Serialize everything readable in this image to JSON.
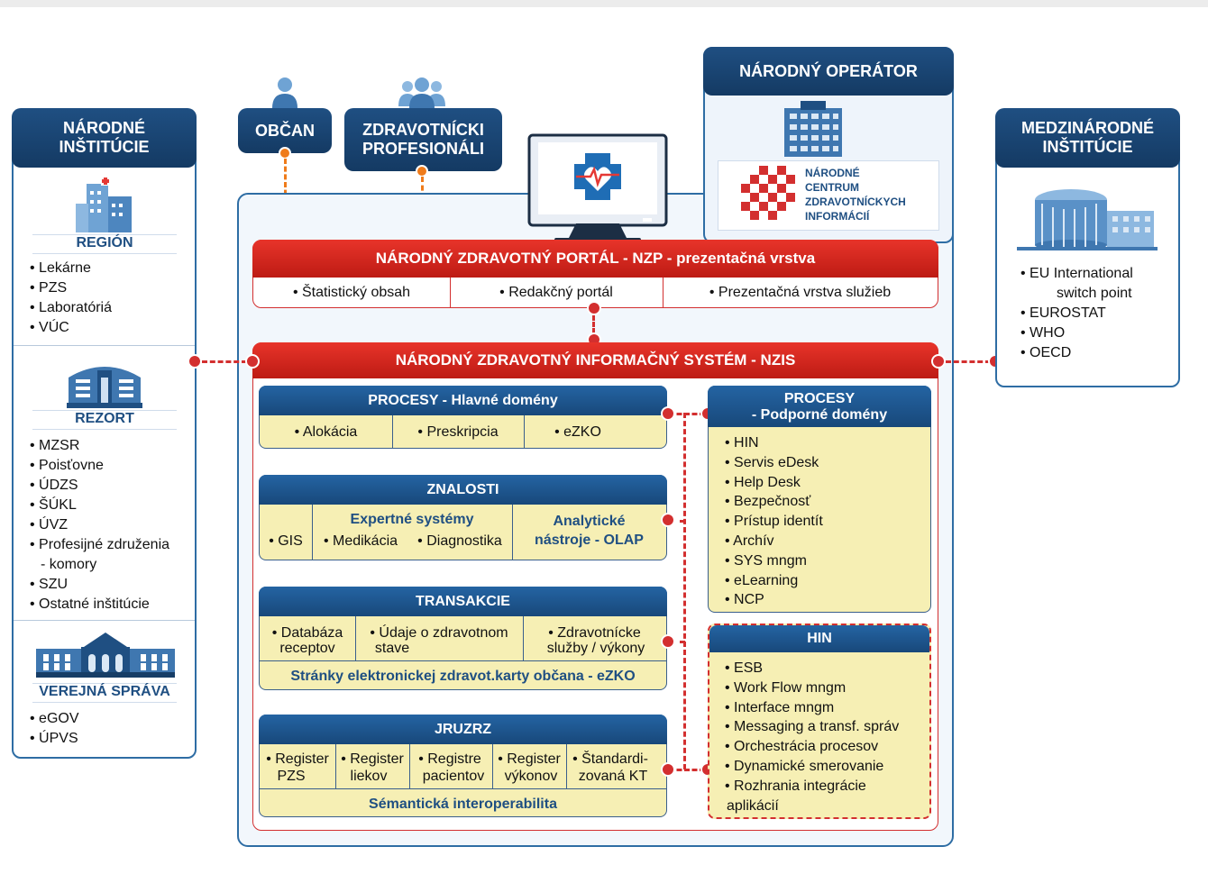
{
  "left_panel": {
    "title_line1": "NÁRODNÉ",
    "title_line2": "INŠTITÚCIE",
    "region": {
      "label": "REGIÓN",
      "items": [
        "• Lekárne",
        "• PZS",
        "• Laboratóriá",
        "• VÚC"
      ]
    },
    "rezort": {
      "label": "REZORT",
      "items": [
        "• MZSR",
        "• Poisťovne",
        "• ÚDZS",
        "• ŠÚKL",
        "• ÚVZ",
        "• Profesijné združenia",
        "  - komory",
        "• SZU",
        "• Ostatné inštitúcie"
      ]
    },
    "verejna": {
      "label": "VEREJNÁ SPRÁVA",
      "items": [
        "• eGOV",
        "• ÚPVS"
      ]
    }
  },
  "obcan": {
    "label": "OBČAN"
  },
  "profesionali": {
    "line1": "ZDRAVOTNÍCKI",
    "line2": "PROFESIONÁLI"
  },
  "operator": {
    "title": "NÁRODNÝ OPERÁTOR",
    "logo_lines": [
      "NÁRODNÉ",
      "CENTRUM",
      "ZDRAVOTNÍCKYCH",
      "INFORMÁCIÍ"
    ]
  },
  "right_panel": {
    "title_line1": "MEDZINÁRODNÉ",
    "title_line2": "INŠTITÚCIE",
    "items": [
      "• EU International",
      "   switch point",
      "• EUROSTAT",
      "• WHO",
      "• OECD"
    ]
  },
  "nzp": {
    "title": "NÁRODNÝ ZDRAVOTNÝ PORTÁL - NZP - prezentačná vrstva",
    "cells": [
      "• Štatistický obsah",
      "• Redakčný portál",
      "• Prezentačná vrstva služieb"
    ]
  },
  "nzis": {
    "title": "NÁRODNÝ ZDRAVOTNÝ INFORMAČNÝ SYSTÉM - NZIS"
  },
  "procesy_hlavne": {
    "title": "PROCESY - Hlavné domény",
    "cells": [
      "• Alokácia",
      "• Preskripcia",
      "• eZKO"
    ]
  },
  "znalosti": {
    "title": "ZNALOSTI",
    "gis": "• GIS",
    "expert_title": "Expertné systémy",
    "medikacia": "• Medikácia",
    "diagnostika": "• Diagnostika",
    "olap_line1": "Analytické",
    "olap_line2": "nástroje - OLAP"
  },
  "transakcie": {
    "title": "TRANSAKCIE",
    "c1_line1": "• Databáza",
    "c1_line2": "receptov",
    "c2_line1": "• Údaje o zdravotnom",
    "c2_line2": "stave",
    "c3_line1": "• Zdravotnícke",
    "c3_line2": "služby / výkony",
    "footer": "Stránky elektronickej zdravot.karty občana - eZKO"
  },
  "jruzrz": {
    "title": "JRUZRZ",
    "cells": [
      {
        "l1": "• Register",
        "l2": "PZS"
      },
      {
        "l1": "• Register",
        "l2": "liekov"
      },
      {
        "l1": "• Registre",
        "l2": "pacientov"
      },
      {
        "l1": "• Register",
        "l2": "výkonov"
      },
      {
        "l1": "• Štandardi-",
        "l2": "zovaná KT"
      }
    ],
    "footer": "Sémantická interoperabilita"
  },
  "procesy_podporne": {
    "title_line1": "PROCESY",
    "title_line2": "- Podporné domény",
    "items": [
      "• HIN",
      "• Servis eDesk",
      "• Help Desk",
      "• Bezpečnosť",
      "• Prístup identít",
      "• Archív",
      "• SYS mngm",
      "• eLearning",
      "• NCP"
    ]
  },
  "hin": {
    "title": "HIN",
    "items": [
      "• ESB",
      "• Work Flow mngm",
      "• Interface mngm",
      "• Messaging a transf. správ",
      "• Orchestrácia procesov",
      "• Dynamické smerovanie",
      "• Rozhrania integrácie",
      "  aplikácií"
    ]
  },
  "colors": {
    "navy": "#1f4f82",
    "red": "#d32f2f",
    "orange": "#ef7b1a",
    "yellow": "#f6efb4"
  },
  "icons": [
    "person-icon",
    "people-icon",
    "hospital-icon",
    "ministry-building-icon",
    "public-building-icon",
    "computer-monitor-icon",
    "office-building-icon",
    "nczi-logo",
    "international-building-icon"
  ]
}
